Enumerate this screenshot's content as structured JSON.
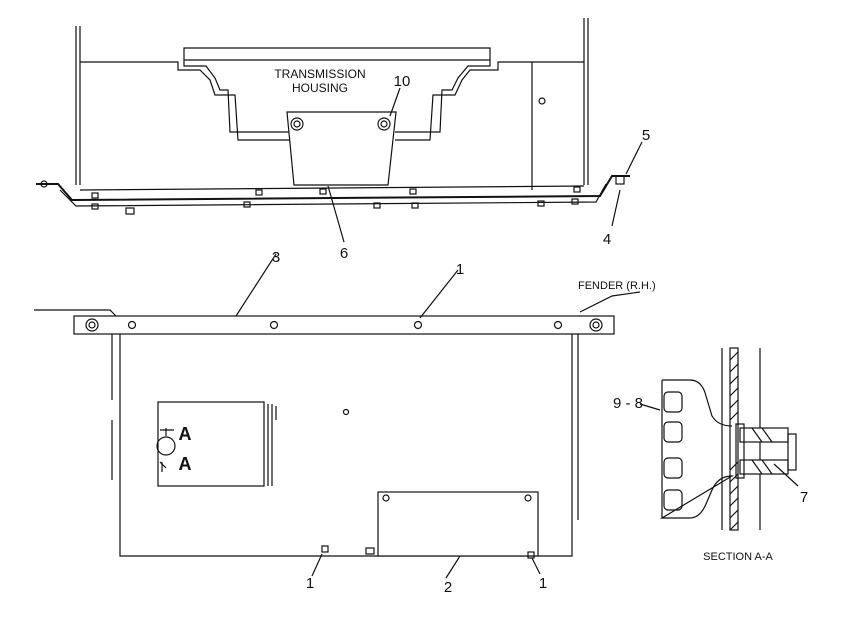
{
  "labels": {
    "transmission_housing_line1": "TRANSMISSION",
    "transmission_housing_line2": "HOUSING",
    "fender": "FENDER (R.H.)",
    "section": "SECTION A-A",
    "section_mark_a_top": "A",
    "section_mark_a_bottom": "A"
  },
  "callouts": {
    "c10": "10",
    "c5": "5",
    "c4": "4",
    "c6": "6",
    "c3": "3",
    "c1_top": "1",
    "c9_8": "9 - 8",
    "c7": "7",
    "c1_bottom_left": "1",
    "c2": "2",
    "c1_bottom_right": "1"
  }
}
